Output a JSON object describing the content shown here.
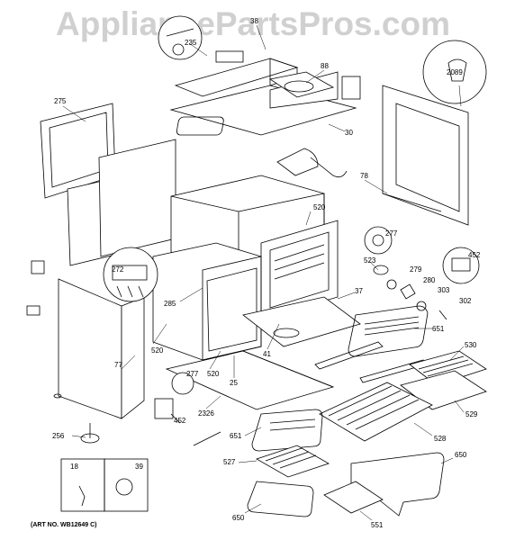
{
  "watermark": "AppliancePartsPros.com",
  "art_number": "(ART NO. WB12649 C)",
  "callouts": [
    {
      "id": "c275",
      "text": "275"
    },
    {
      "id": "c235",
      "text": "235"
    },
    {
      "id": "c38",
      "text": "38"
    },
    {
      "id": "c88",
      "text": "88"
    },
    {
      "id": "c2089",
      "text": "2089"
    },
    {
      "id": "c30",
      "text": "30"
    },
    {
      "id": "c78",
      "text": "78"
    },
    {
      "id": "c520a",
      "text": "520"
    },
    {
      "id": "c277a",
      "text": "277"
    },
    {
      "id": "c452a",
      "text": "452"
    },
    {
      "id": "c523",
      "text": "523"
    },
    {
      "id": "c279",
      "text": "279"
    },
    {
      "id": "c280",
      "text": "280"
    },
    {
      "id": "c303",
      "text": "303"
    },
    {
      "id": "c302",
      "text": "302"
    },
    {
      "id": "c37",
      "text": "37"
    },
    {
      "id": "c651a",
      "text": "651"
    },
    {
      "id": "c272",
      "text": "272"
    },
    {
      "id": "c285",
      "text": "285"
    },
    {
      "id": "c41",
      "text": "41"
    },
    {
      "id": "c520b",
      "text": "520"
    },
    {
      "id": "c520c",
      "text": "520"
    },
    {
      "id": "c25",
      "text": "25"
    },
    {
      "id": "c277b",
      "text": "277"
    },
    {
      "id": "c77",
      "text": "77"
    },
    {
      "id": "c452b",
      "text": "452"
    },
    {
      "id": "c2326",
      "text": "2326"
    },
    {
      "id": "c530",
      "text": "530"
    },
    {
      "id": "c529",
      "text": "529"
    },
    {
      "id": "c528",
      "text": "528"
    },
    {
      "id": "c256",
      "text": "256"
    },
    {
      "id": "c651b",
      "text": "651"
    },
    {
      "id": "c527",
      "text": "527"
    },
    {
      "id": "c650a",
      "text": "650"
    },
    {
      "id": "c18",
      "text": "18"
    },
    {
      "id": "c39",
      "text": "39"
    },
    {
      "id": "c650b",
      "text": "650"
    },
    {
      "id": "c551",
      "text": "551"
    }
  ]
}
